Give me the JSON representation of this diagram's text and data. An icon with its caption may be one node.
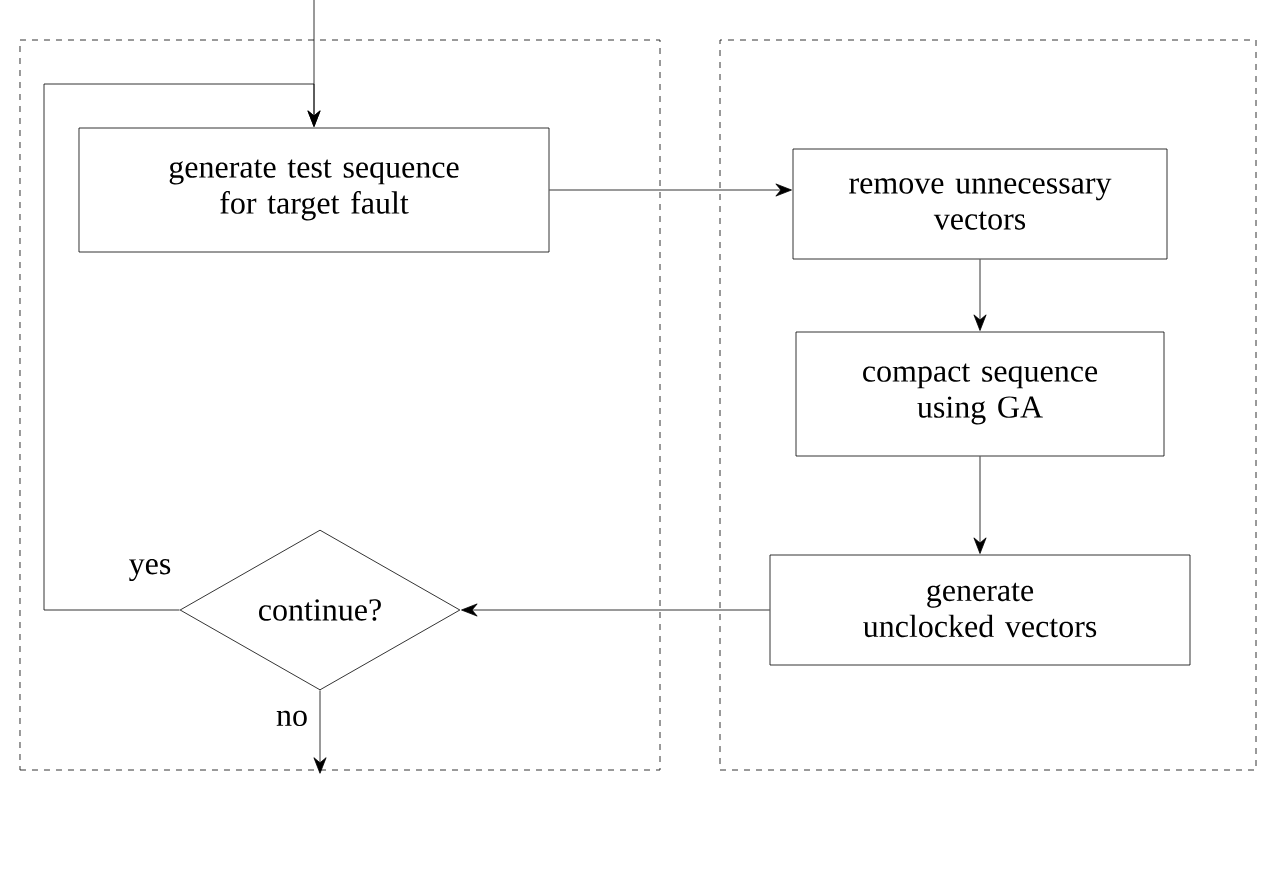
{
  "diagram": {
    "nodes": [
      {
        "text": [],
        "shape": "box"
      },
      {
        "text": [],
        "shape": "box"
      },
      {
        "text": [
          "generate test sequence for target fault"
        ],
        "in": 0
      },
      {
        "text": [
          "continue?"
        ],
        "in": 0
      },
      {
        "text": [
          "remove unnecessary vectors"
        ],
        "in": 1
      },
      {
        "text": [
          "compact sequence using GA"
        ],
        "in": 1
      },
      {
        "text": [
          "generate unclocked vectors"
        ],
        "in": 1
      }
    ],
    "edges": [
      {
        "from": null,
        "to": 2,
        "arrow": "to"
      },
      {
        "from": 2,
        "to": 4,
        "arrow": "to"
      },
      {
        "from": 4,
        "to": 5,
        "arrow": "to"
      },
      {
        "from": 5,
        "to": 6,
        "arrow": "to"
      },
      {
        "from": 6,
        "to": 3,
        "arrow": "to"
      },
      {
        "from": 3,
        "to": 2,
        "arrow": "to",
        "label": "yes"
      },
      {
        "from": 3,
        "to": null,
        "arrow": "to",
        "label": "no"
      }
    ]
  }
}
